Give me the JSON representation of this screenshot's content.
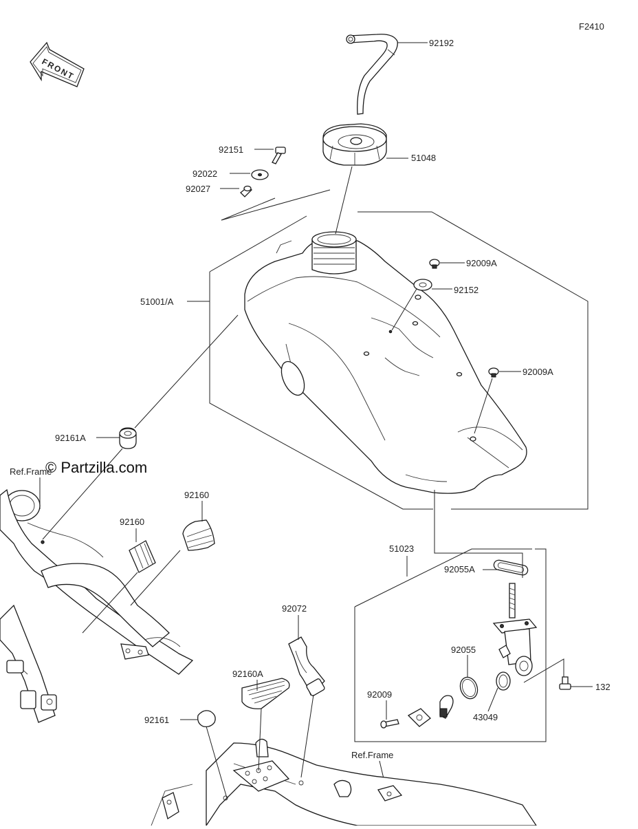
{
  "diagram": {
    "code": "F2410",
    "front_label": "FRONT",
    "watermark": "© Partzilla.com",
    "ref_frame_label": "Ref.Frame",
    "parts": [
      {
        "id": "92192"
      },
      {
        "id": "92151"
      },
      {
        "id": "51048"
      },
      {
        "id": "92022"
      },
      {
        "id": "92027"
      },
      {
        "id": "92009A_top",
        "label": "92009A"
      },
      {
        "id": "92152"
      },
      {
        "id": "51001A",
        "label": "51001/A"
      },
      {
        "id": "92009A_mid",
        "label": "92009A"
      },
      {
        "id": "92161A"
      },
      {
        "id": "92160_right",
        "label": "92160"
      },
      {
        "id": "92160_left",
        "label": "92160"
      },
      {
        "id": "51023"
      },
      {
        "id": "92055A"
      },
      {
        "id": "92072"
      },
      {
        "id": "92055"
      },
      {
        "id": "132"
      },
      {
        "id": "92160A"
      },
      {
        "id": "92009"
      },
      {
        "id": "43049"
      },
      {
        "id": "92161"
      }
    ]
  }
}
